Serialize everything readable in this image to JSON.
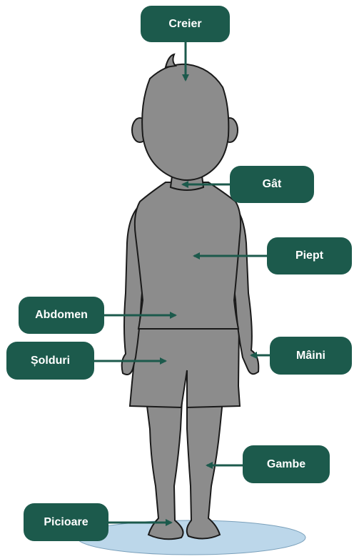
{
  "diagram": {
    "labels": {
      "brain": "Creier",
      "neck": "Gât",
      "chest": "Piept",
      "abdomen": "Abdomen",
      "hips": "Șolduri",
      "hands": "Mâini",
      "calves": "Gambe",
      "feet": "Picioare"
    },
    "colors": {
      "label_background": "#1c5a4c",
      "label_text": "#ffffff",
      "arrow": "#1c5a4c",
      "body_fill": "#8c8c8c",
      "body_outline": "#1a1a1a",
      "floor": "#bcd7ea"
    }
  }
}
